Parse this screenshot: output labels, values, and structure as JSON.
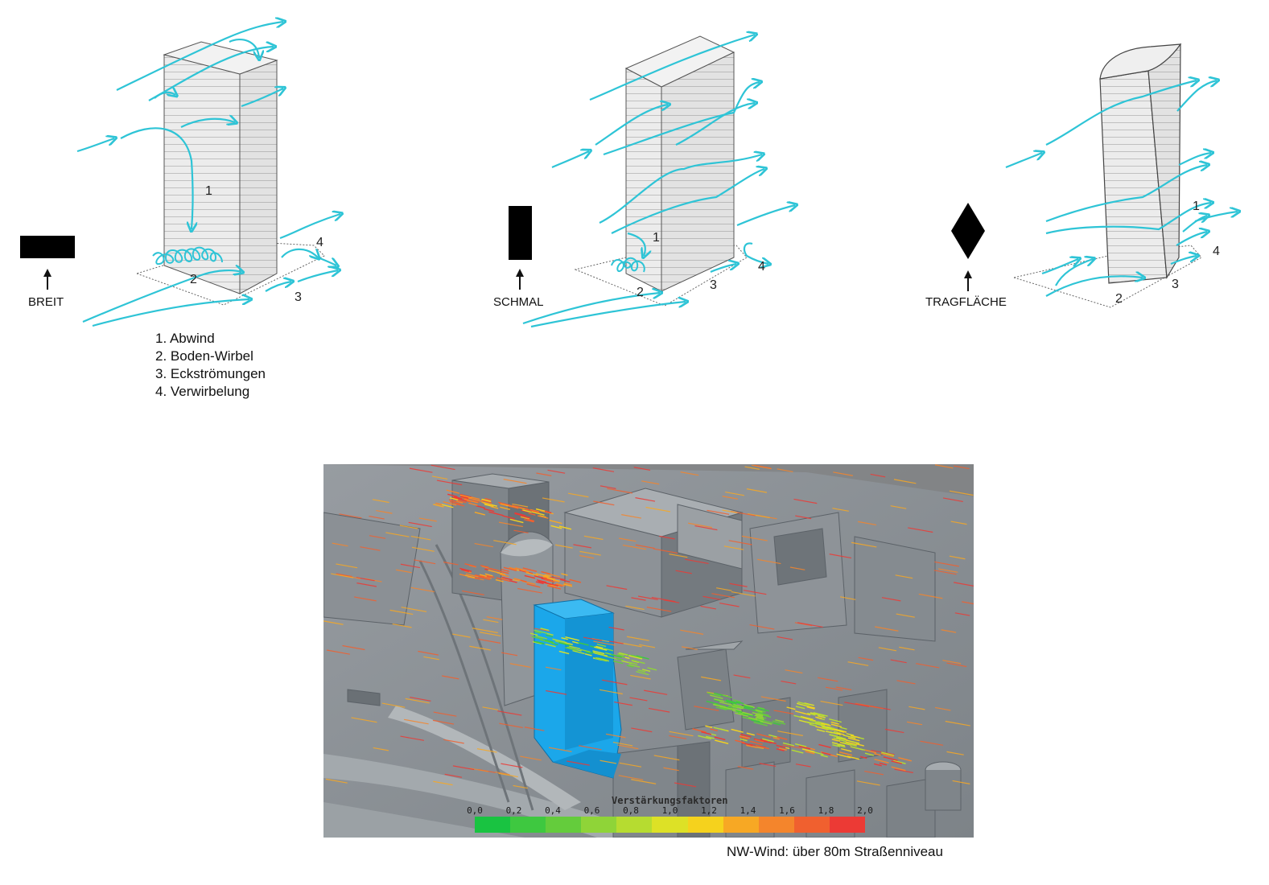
{
  "diagrams": [
    {
      "shape_label": "BREIT",
      "shape_icon": "wide-rectangle-icon",
      "numbers": [
        "1",
        "2",
        "3",
        "4"
      ]
    },
    {
      "shape_label": "SCHMAL",
      "shape_icon": "narrow-rectangle-icon",
      "numbers": [
        "1",
        "2",
        "3",
        "4"
      ]
    },
    {
      "shape_label": "TRAGFLÄCHE",
      "shape_icon": "diamond-icon",
      "numbers": [
        "1",
        "2",
        "3",
        "4"
      ]
    }
  ],
  "legend": {
    "items": [
      "1. Abwind",
      "2. Boden-Wirbel",
      "3. Eckströmungen",
      "4. Verwirbelung"
    ]
  },
  "simulation": {
    "colorbar_title": "Verstärkungsfaktoren",
    "colorbar_ticks": [
      "0,0",
      "0,2",
      "0,4",
      "0,6",
      "0,8",
      "1,0",
      "1,2",
      "1,4",
      "1,6",
      "1,8",
      "2,0"
    ],
    "colorbar_colors": [
      "#19c341",
      "#3ec840",
      "#64cc3c",
      "#8fd438",
      "#b6dc30",
      "#dde126",
      "#f5d21d",
      "#f7a824",
      "#f4852c",
      "#f0602f",
      "#ec3a35"
    ],
    "caption": "NW-Wind: über 80m Straßenniveau"
  },
  "colors": {
    "wind_arrows": "#2ec4d6",
    "tower_fill": "#e9e9ea",
    "proposed_building": "#1aa6ea",
    "city_model": "#8b9196"
  }
}
